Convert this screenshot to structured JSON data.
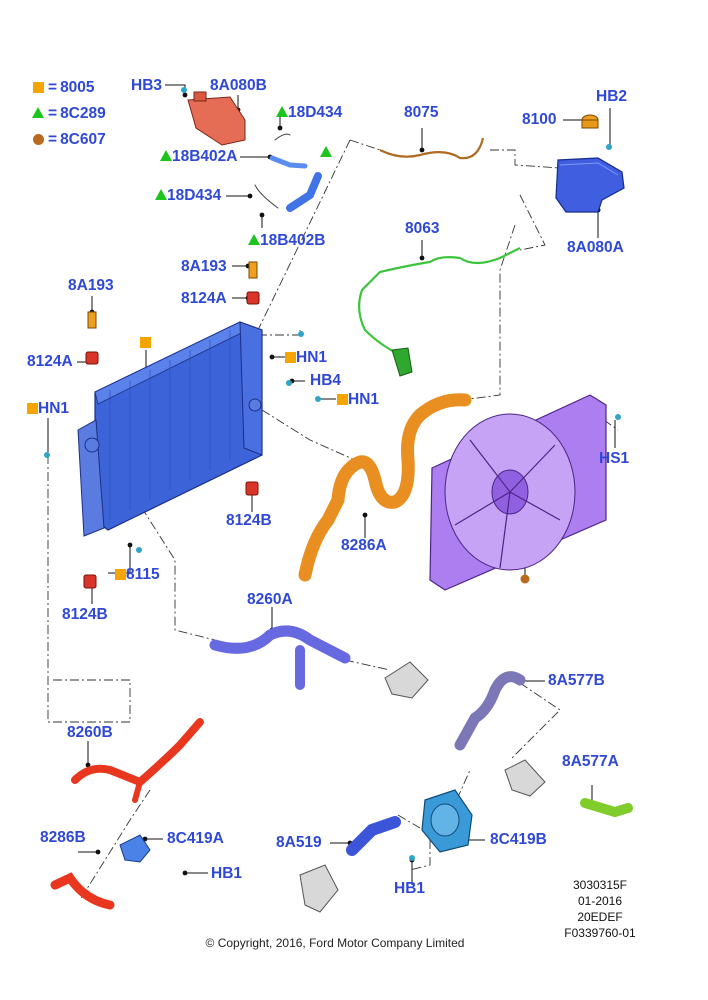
{
  "legend": [
    {
      "symbol": "square",
      "code": "8005",
      "color": "#f5a400"
    },
    {
      "symbol": "triangle",
      "code": "8C289",
      "color": "#1cc41c"
    },
    {
      "symbol": "circle",
      "code": "8C607",
      "color": "#b86a1e"
    }
  ],
  "legend_eq": "=",
  "callouts": {
    "hb3": "HB3",
    "c8A080B": "8A080B",
    "c18D434_top": "18D434",
    "c18B402A": "18B402A",
    "c18D434_mid": "18D434",
    "c18B402B": "18B402B",
    "c8075": "8075",
    "c8100": "8100",
    "hb2_top": "HB2",
    "c8A080A": "8A080A",
    "c8063": "8063",
    "c8A193_left": "8A193",
    "c8A193_mid": "8A193",
    "c8124A_mid": "8124A",
    "c8124A_left": "8124A",
    "hn1_mid": "HN1",
    "hb4": "HB4",
    "hn1_right": "HN1",
    "hn1_left": "HN1",
    "hs1": "HS1",
    "c8124B_mid": "8124B",
    "c8286A": "8286A",
    "c8115": "8115",
    "c8124B_left": "8124B",
    "c8260A": "8260A",
    "c8A577B": "8A577B",
    "c8260B": "8260B",
    "c8A577A": "8A577A",
    "c8286B": "8286B",
    "c8C419A": "8C419A",
    "c8A519": "8A519",
    "c8C419B": "8C419B",
    "hb1_left": "HB1",
    "hb1_right": "HB1"
  },
  "icons": {
    "radiator": "radiator-icon",
    "fan_shroud": "cooling-fan-shroud-icon",
    "tank_a": "expansion-tank-icon",
    "tank_b": "expansion-tank-icon",
    "pump": "water-pump-icon",
    "cap": "reservoir-cap-icon"
  },
  "reference_block": [
    "3030315F",
    "01-2016",
    "20EDEF",
    "F0339760-01"
  ],
  "copyright": "© Copyright, 2016, Ford Motor Company Limited"
}
